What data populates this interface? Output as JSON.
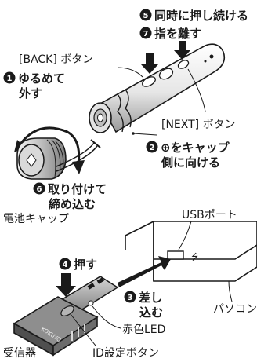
{
  "steps": {
    "s1": {
      "num": "1",
      "text": [
        "ゆるめて",
        "外す"
      ]
    },
    "s2": {
      "num": "2",
      "text": [
        "⊕をキャップ",
        "側に向ける"
      ]
    },
    "s3": {
      "num": "3",
      "text": [
        "差し",
        "込む"
      ]
    },
    "s4": {
      "num": "4",
      "text": [
        "押す"
      ]
    },
    "s5": {
      "num": "5",
      "text": [
        "同時に押し続ける"
      ]
    },
    "s6": {
      "num": "6",
      "text": [
        "取り付けて",
        "締め込む"
      ]
    },
    "s7": {
      "num": "7",
      "text": [
        "指を離す"
      ]
    }
  },
  "labels": {
    "back_button": "[BACK] ボタン",
    "next_button": "[NEXT] ボタン",
    "battery_cap": "電池キャップ",
    "usb_port": "USBポート",
    "pc": "パソコン",
    "red_led": "赤色LED",
    "id_button": "ID設定ボタン",
    "receiver": "受信器",
    "brand": "KOKUYO",
    "usb_symbol": "⭍"
  },
  "colors": {
    "ink": "#1a1a1a",
    "gray": "#8a8a8a",
    "light": "#c8c8c8",
    "dark": "#555555"
  }
}
